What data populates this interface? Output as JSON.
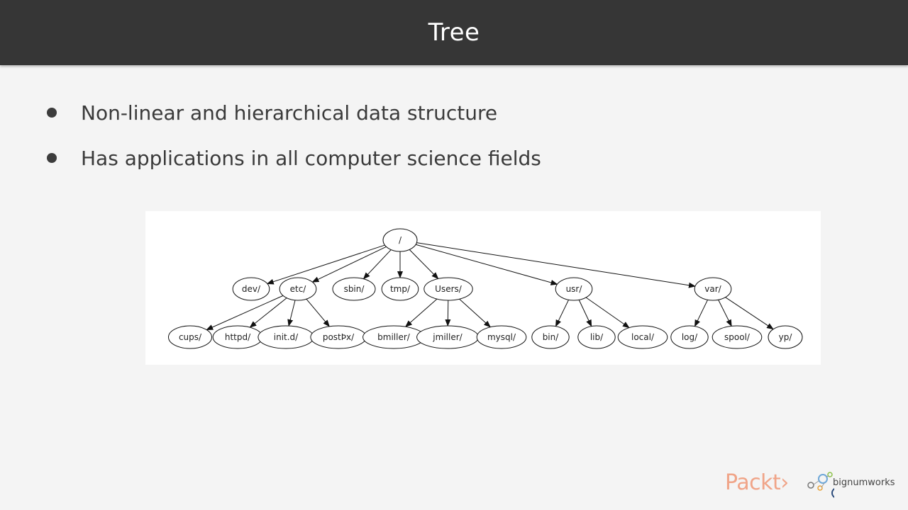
{
  "slide": {
    "title": "Tree",
    "bullets": [
      "Non-linear and hierarchical data structure",
      "Has applications in all computer science fields"
    ]
  },
  "tree": {
    "root": "/",
    "level1": [
      "dev/",
      "etc/",
      "sbin/",
      "tmp/",
      "Users/",
      "usr/",
      "var/"
    ],
    "level2": [
      "cups/",
      "httpd/",
      "init.d/",
      "postÞx/",
      "bmiller/",
      "jmiller/",
      "mysql/",
      "bin/",
      "lib/",
      "local/",
      "log/",
      "spool/",
      "yp/"
    ],
    "edges": [
      [
        "/",
        "dev/"
      ],
      [
        "/",
        "etc/"
      ],
      [
        "/",
        "sbin/"
      ],
      [
        "/",
        "tmp/"
      ],
      [
        "/",
        "Users/"
      ],
      [
        "/",
        "usr/"
      ],
      [
        "/",
        "var/"
      ],
      [
        "etc/",
        "cups/"
      ],
      [
        "etc/",
        "httpd/"
      ],
      [
        "etc/",
        "init.d/"
      ],
      [
        "etc/",
        "postÞx/"
      ],
      [
        "Users/",
        "bmiller/"
      ],
      [
        "Users/",
        "jmiller/"
      ],
      [
        "Users/",
        "mysql/"
      ],
      [
        "usr/",
        "bin/"
      ],
      [
        "usr/",
        "lib/"
      ],
      [
        "usr/",
        "local/"
      ],
      [
        "var/",
        "log/"
      ],
      [
        "var/",
        "spool/"
      ],
      [
        "var/",
        "yp/"
      ]
    ]
  },
  "branding": {
    "packt": "Packt›",
    "bignumworks": "bignumworks",
    "packt_color": "#f0a488"
  }
}
